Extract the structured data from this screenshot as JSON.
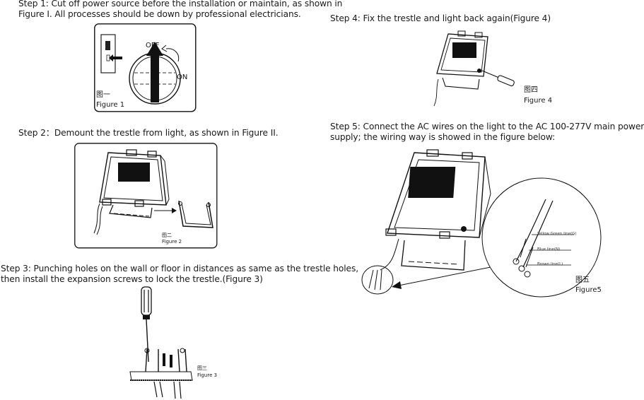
{
  "step1": {
    "line1": "Step 1: Cut off power source before the installation or maintain, as shown in",
    "line2": "Figure I. All processes should be down by professional electricians.",
    "fig_cn": "图一",
    "fig_en": "Figure 1",
    "off_label": "OFF",
    "on_label": "ON"
  },
  "step2": {
    "line1": "Step 2：Demount the trestle from light, as shown in Figure II.",
    "fig_cn": "图二",
    "fig_en": "Figure 2"
  },
  "step3": {
    "line1": "Step 3: Punching holes on the wall or floor in distances as same as the trestle holes,",
    "line2": "then install the expansion screws to lock the trestle.(Figure 3)",
    "fig_cn": "图三",
    "fig_en": "Figure 3"
  },
  "step4": {
    "line1": "Step 4: Fix the trestle and light back again(Figure 4)",
    "fig_cn": "图四",
    "fig_en": "Figure 4"
  },
  "step5": {
    "line1": "Step 5: Connect the AC wires on the light to the AC 100-277V main power",
    "line2": "supply; the wiring way is showed in the figure below:",
    "wire_yellow": "Yellow Green line(G)",
    "wire_blue": "Blue line(N)",
    "wire_brown": "Brown line(L)",
    "fig_cn": "图五",
    "fig_en": "Figure5"
  }
}
